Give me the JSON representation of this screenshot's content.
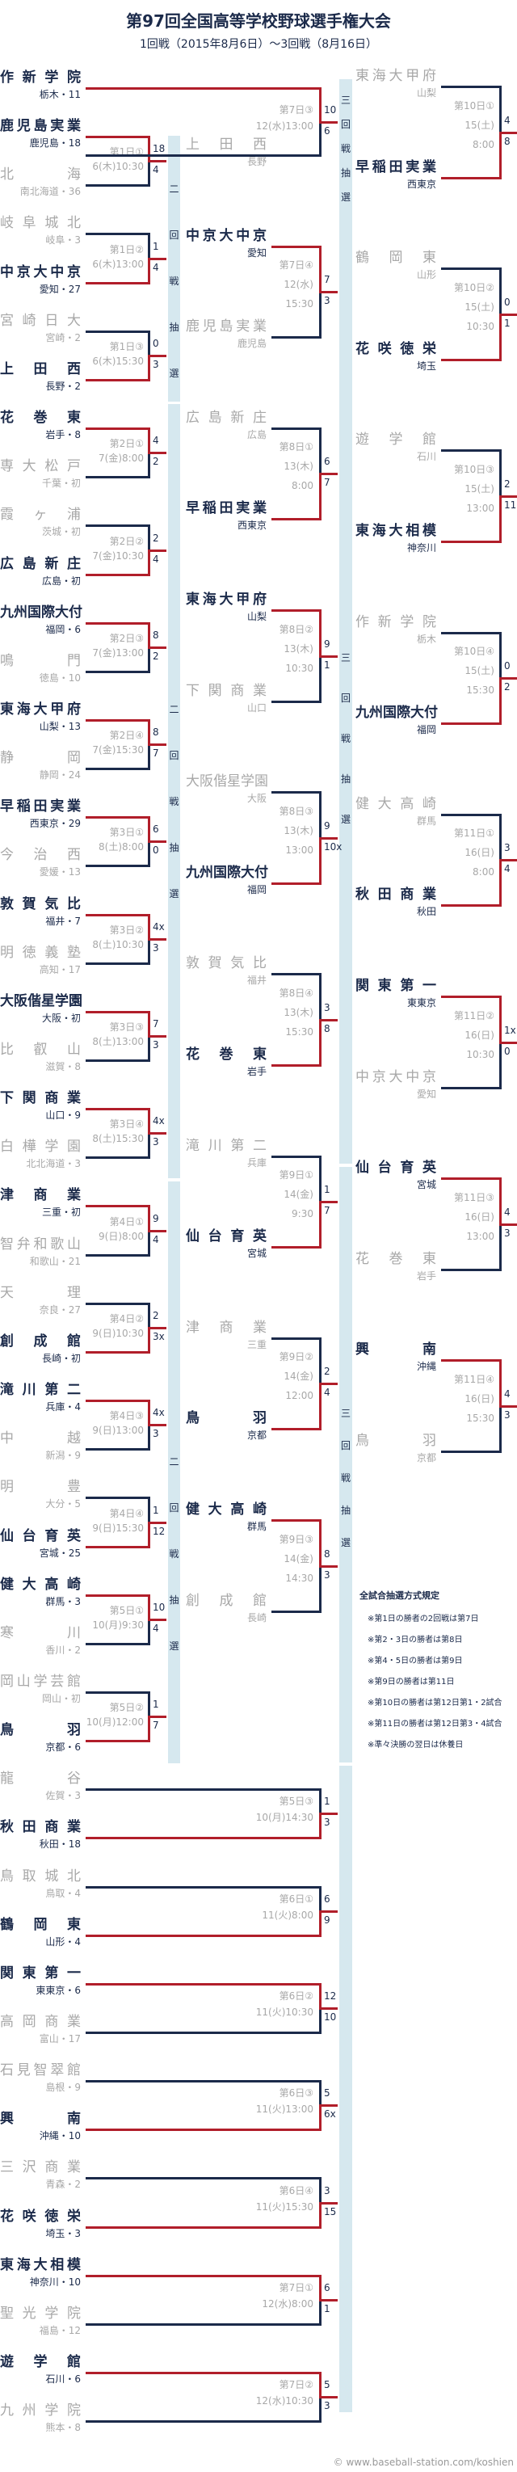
{
  "header": {
    "title": "第97回全国高等学校野球選手権大会",
    "subtitle": "1回戦（2015年8月6日）〜3回戦（8月16日）"
  },
  "strips": {
    "second_round": [
      "二",
      "回",
      "戦",
      "抽",
      "選"
    ],
    "third_round": [
      "三",
      "回",
      "戦",
      "抽",
      "選"
    ]
  },
  "colors": {
    "winner_line": "#b11e2a",
    "loser_line": "#1b2a4a",
    "strip": "#d6e8ef",
    "loser_text": "#a8a8a8"
  },
  "round1": {
    "teams": [
      {
        "name": "作新学院",
        "pref": "栃木・11"
      },
      {
        "name": "鹿児島実業",
        "pref": "鹿児島・18"
      },
      {
        "name": "北海",
        "pref": "南北海道・36"
      },
      {
        "name": "岐阜城北",
        "pref": "岐阜・3"
      },
      {
        "name": "中京大中京",
        "pref": "愛知・27"
      },
      {
        "name": "宮崎日大",
        "pref": "宮崎・2"
      },
      {
        "name": "上田西",
        "pref": "長野・2"
      },
      {
        "name": "花巻東",
        "pref": "岩手・8"
      },
      {
        "name": "専大松戸",
        "pref": "千葉・初"
      },
      {
        "name": "霞ヶ浦",
        "pref": "茨城・初"
      },
      {
        "name": "広島新庄",
        "pref": "広島・初"
      },
      {
        "name": "九州国際大付",
        "pref": "福岡・6"
      },
      {
        "name": "鳴門",
        "pref": "徳島・10"
      },
      {
        "name": "東海大甲府",
        "pref": "山梨・13"
      },
      {
        "name": "静岡",
        "pref": "静岡・24"
      },
      {
        "name": "早稲田実業",
        "pref": "西東京・29"
      },
      {
        "name": "今治西",
        "pref": "愛媛・13"
      },
      {
        "name": "敦賀気比",
        "pref": "福井・7"
      },
      {
        "name": "明徳義塾",
        "pref": "高知・17"
      },
      {
        "name": "大阪偕星学園",
        "pref": "大阪・初"
      },
      {
        "name": "比叡山",
        "pref": "滋賀・8"
      },
      {
        "name": "下関商業",
        "pref": "山口・9"
      },
      {
        "name": "白樺学園",
        "pref": "北北海道・3"
      },
      {
        "name": "津商業",
        "pref": "三重・初"
      },
      {
        "name": "智弁和歌山",
        "pref": "和歌山・21"
      },
      {
        "name": "天理",
        "pref": "奈良・27"
      },
      {
        "name": "創成館",
        "pref": "長崎・初"
      },
      {
        "name": "滝川第二",
        "pref": "兵庫・4"
      },
      {
        "name": "中越",
        "pref": "新潟・9"
      },
      {
        "name": "明豊",
        "pref": "大分・5"
      },
      {
        "name": "仙台育英",
        "pref": "宮城・25"
      },
      {
        "name": "健大高崎",
        "pref": "群馬・3"
      },
      {
        "name": "寒川",
        "pref": "香川・2"
      },
      {
        "name": "岡山学芸館",
        "pref": "岡山・初"
      },
      {
        "name": "鳥羽",
        "pref": "京都・6"
      },
      {
        "name": "龍谷",
        "pref": "佐賀・3"
      },
      {
        "name": "秋田商業",
        "pref": "秋田・18"
      },
      {
        "name": "鳥取城北",
        "pref": "鳥取・4"
      },
      {
        "name": "鶴岡東",
        "pref": "山形・4"
      },
      {
        "name": "関東第一",
        "pref": "東東京・6"
      },
      {
        "name": "高岡商業",
        "pref": "富山・17"
      },
      {
        "name": "石見智翠館",
        "pref": "島根・9"
      },
      {
        "name": "興南",
        "pref": "沖縄・10"
      },
      {
        "name": "三沢商業",
        "pref": "青森・2"
      },
      {
        "name": "花咲徳栄",
        "pref": "埼玉・3"
      },
      {
        "name": "東海大相模",
        "pref": "神奈川・10"
      },
      {
        "name": "聖光学院",
        "pref": "福島・12"
      },
      {
        "name": "遊学館",
        "pref": "石川・6"
      },
      {
        "name": "九州学院",
        "pref": "熊本・8"
      }
    ],
    "matches": [
      {
        "a": 1,
        "b": 2,
        "game": "第1日①",
        "when": "6(木)10:30",
        "sa": "18",
        "sb": "4",
        "winner": "a"
      },
      {
        "a": 3,
        "b": 4,
        "game": "第1日②",
        "when": "6(木)13:00",
        "sa": "1",
        "sb": "4",
        "winner": "b"
      },
      {
        "a": 5,
        "b": 6,
        "game": "第1日③",
        "when": "6(木)15:30",
        "sa": "0",
        "sb": "3",
        "winner": "b"
      },
      {
        "a": 7,
        "b": 8,
        "game": "第2日①",
        "when": "7(金)8:00",
        "sa": "4",
        "sb": "2",
        "winner": "a"
      },
      {
        "a": 9,
        "b": 10,
        "game": "第2日②",
        "when": "7(金)10:30",
        "sa": "2",
        "sb": "4",
        "winner": "b"
      },
      {
        "a": 11,
        "b": 12,
        "game": "第2日③",
        "when": "7(金)13:00",
        "sa": "8",
        "sb": "2",
        "winner": "a"
      },
      {
        "a": 13,
        "b": 14,
        "game": "第2日④",
        "when": "7(金)15:30",
        "sa": "8",
        "sb": "7",
        "winner": "a"
      },
      {
        "a": 15,
        "b": 16,
        "game": "第3日①",
        "when": "8(土)8:00",
        "sa": "6",
        "sb": "0",
        "winner": "a"
      },
      {
        "a": 17,
        "b": 18,
        "game": "第3日②",
        "when": "8(土)10:30",
        "sa": "4x",
        "sb": "3",
        "winner": "a"
      },
      {
        "a": 19,
        "b": 20,
        "game": "第3日③",
        "when": "8(土)13:00",
        "sa": "7",
        "sb": "3",
        "winner": "a"
      },
      {
        "a": 21,
        "b": 22,
        "game": "第3日④",
        "when": "8(土)15:30",
        "sa": "4x",
        "sb": "3",
        "winner": "a"
      },
      {
        "a": 23,
        "b": 24,
        "game": "第4日①",
        "when": "9(日)8:00",
        "sa": "9",
        "sb": "4",
        "winner": "a"
      },
      {
        "a": 25,
        "b": 26,
        "game": "第4日②",
        "when": "9(日)10:30",
        "sa": "2",
        "sb": "3x",
        "winner": "b"
      },
      {
        "a": 27,
        "b": 28,
        "game": "第4日③",
        "when": "9(日)13:00",
        "sa": "4x",
        "sb": "3",
        "winner": "a"
      },
      {
        "a": 29,
        "b": 30,
        "game": "第4日④",
        "when": "9(日)15:30",
        "sa": "1",
        "sb": "12",
        "winner": "b"
      },
      {
        "a": 31,
        "b": 32,
        "game": "第5日①",
        "when": "10(月)9:30",
        "sa": "10",
        "sb": "4",
        "winner": "a"
      },
      {
        "a": 33,
        "b": 34,
        "game": "第5日②",
        "when": "10(月)12:00",
        "sa": "1",
        "sb": "7",
        "winner": "b"
      }
    ],
    "wide_matches": [
      {
        "a": 0,
        "b": 6,
        "game": "第7日③",
        "when": "12(水)13:00",
        "sa": "10",
        "sb": "6",
        "winner": "a",
        "b_from_middle": true
      },
      {
        "a": 35,
        "b": 36,
        "game": "第5日③",
        "when": "10(月)14:30",
        "sa": "1",
        "sb": "3",
        "winner": "b"
      },
      {
        "a": 37,
        "b": 38,
        "game": "第6日①",
        "when": "11(火)8:00",
        "sa": "6",
        "sb": "9",
        "winner": "b"
      },
      {
        "a": 39,
        "b": 40,
        "game": "第6日②",
        "when": "11(火)10:30",
        "sa": "12",
        "sb": "10",
        "winner": "a"
      },
      {
        "a": 41,
        "b": 42,
        "game": "第6日③",
        "when": "11(火)13:00",
        "sa": "5",
        "sb": "6x",
        "winner": "b"
      },
      {
        "a": 43,
        "b": 44,
        "game": "第6日④",
        "when": "11(火)15:30",
        "sa": "3",
        "sb": "15",
        "winner": "b"
      },
      {
        "a": 45,
        "b": 46,
        "game": "第7日①",
        "when": "12(水)8:00",
        "sa": "6",
        "sb": "1",
        "winner": "a"
      },
      {
        "a": 47,
        "b": 48,
        "game": "第7日②",
        "when": "12(水)10:30",
        "sa": "5",
        "sb": "3",
        "winner": "a"
      }
    ]
  },
  "round2": {
    "matches": [
      {
        "a": {
          "name": "上田西",
          "pref": "長野"
        },
        "b": null,
        "game": "",
        "when": [],
        "single": true,
        "winner": "none"
      },
      {
        "a": {
          "name": "中京大中京",
          "pref": "愛知"
        },
        "b": {
          "name": "鹿児島実業",
          "pref": "鹿児島"
        },
        "game": "第7日④",
        "when": [
          "12(水)",
          "15:30"
        ],
        "sa": "7",
        "sb": "3",
        "winner": "a"
      },
      {
        "a": {
          "name": "広島新庄",
          "pref": "広島"
        },
        "b": {
          "name": "早稲田実業",
          "pref": "西東京"
        },
        "game": "第8日①",
        "when": [
          "13(木)",
          "8:00"
        ],
        "sa": "6",
        "sb": "7",
        "winner": "b"
      },
      {
        "a": {
          "name": "東海大甲府",
          "pref": "山梨"
        },
        "b": {
          "name": "下関商業",
          "pref": "山口"
        },
        "game": "第8日②",
        "when": [
          "13(木)",
          "10:30"
        ],
        "sa": "9",
        "sb": "1",
        "winner": "a"
      },
      {
        "a": {
          "name": "大阪偕星学園",
          "pref": "大阪"
        },
        "b": {
          "name": "九州国際大付",
          "pref": "福岡"
        },
        "game": "第8日③",
        "when": [
          "13(木)",
          "13:00"
        ],
        "sa": "9",
        "sb": "10x",
        "winner": "b"
      },
      {
        "a": {
          "name": "敦賀気比",
          "pref": "福井"
        },
        "b": {
          "name": "花巻東",
          "pref": "岩手"
        },
        "game": "第8日④",
        "when": [
          "13(木)",
          "15:30"
        ],
        "sa": "3",
        "sb": "8",
        "winner": "b"
      },
      {
        "a": {
          "name": "滝川第二",
          "pref": "兵庫"
        },
        "b": {
          "name": "仙台育英",
          "pref": "宮城"
        },
        "game": "第9日①",
        "when": [
          "14(金)",
          "9:30"
        ],
        "sa": "1",
        "sb": "7",
        "winner": "b"
      },
      {
        "a": {
          "name": "津商業",
          "pref": "三重"
        },
        "b": {
          "name": "鳥羽",
          "pref": "京都"
        },
        "game": "第9日②",
        "when": [
          "14(金)",
          "12:00"
        ],
        "sa": "2",
        "sb": "4",
        "winner": "b"
      },
      {
        "a": {
          "name": "健大高崎",
          "pref": "群馬"
        },
        "b": {
          "name": "創成館",
          "pref": "長崎"
        },
        "game": "第9日③",
        "when": [
          "14(金)",
          "14:30"
        ],
        "sa": "8",
        "sb": "3",
        "winner": "a"
      }
    ]
  },
  "round3": {
    "matches": [
      {
        "a": {
          "name": "東海大甲府",
          "pref": "山梨"
        },
        "b": {
          "name": "早稲田実業",
          "pref": "西東京"
        },
        "game": "第10日①",
        "when": [
          "15(土)",
          "8:00"
        ],
        "sa": "4",
        "sb": "8",
        "winner": "b"
      },
      {
        "a": {
          "name": "鶴岡東",
          "pref": "山形"
        },
        "b": {
          "name": "花咲徳栄",
          "pref": "埼玉"
        },
        "game": "第10日②",
        "when": [
          "15(土)",
          "10:30"
        ],
        "sa": "0",
        "sb": "1",
        "winner": "b"
      },
      {
        "a": {
          "name": "遊学館",
          "pref": "石川"
        },
        "b": {
          "name": "東海大相模",
          "pref": "神奈川"
        },
        "game": "第10日③",
        "when": [
          "15(土)",
          "13:00"
        ],
        "sa": "2",
        "sb": "11",
        "winner": "b"
      },
      {
        "a": {
          "name": "作新学院",
          "pref": "栃木"
        },
        "b": {
          "name": "九州国際大付",
          "pref": "福岡"
        },
        "game": "第10日④",
        "when": [
          "15(土)",
          "15:30"
        ],
        "sa": "0",
        "sb": "2",
        "winner": "b"
      },
      {
        "a": {
          "name": "健大高崎",
          "pref": "群馬"
        },
        "b": {
          "name": "秋田商業",
          "pref": "秋田"
        },
        "game": "第11日①",
        "when": [
          "16(日)",
          "8:00"
        ],
        "sa": "3",
        "sb": "4",
        "winner": "b"
      },
      {
        "a": {
          "name": "関東第一",
          "pref": "東東京"
        },
        "b": {
          "name": "中京大中京",
          "pref": "愛知"
        },
        "game": "第11日②",
        "when": [
          "16(日)",
          "10:30"
        ],
        "sa": "1x",
        "sb": "0",
        "winner": "a"
      },
      {
        "a": {
          "name": "仙台育英",
          "pref": "宮城"
        },
        "b": {
          "name": "花巻東",
          "pref": "岩手"
        },
        "game": "第11日③",
        "when": [
          "16(日)",
          "13:00"
        ],
        "sa": "4",
        "sb": "3",
        "winner": "a"
      },
      {
        "a": {
          "name": "興南",
          "pref": "沖縄"
        },
        "b": {
          "name": "鳥羽",
          "pref": "京都"
        },
        "game": "第11日④",
        "when": [
          "16(日)",
          "15:30"
        ],
        "sa": "4",
        "sb": "3",
        "winner": "a"
      }
    ]
  },
  "rules": {
    "heading": "全試合抽選方式規定",
    "items": [
      "※第1日の勝者の2回戦は第7日",
      "※第2・3日の勝者は第8日",
      "※第4・5日の勝者は第9日",
      "※第9日の勝者は第11日",
      "※第10日の勝者は第12日第1・2試合",
      "※第11日の勝者は第12日第3・4試合",
      "※準々決勝の翌日は休養日"
    ]
  },
  "footer": {
    "copyright": "© www.baseball-station.com/koshien"
  }
}
